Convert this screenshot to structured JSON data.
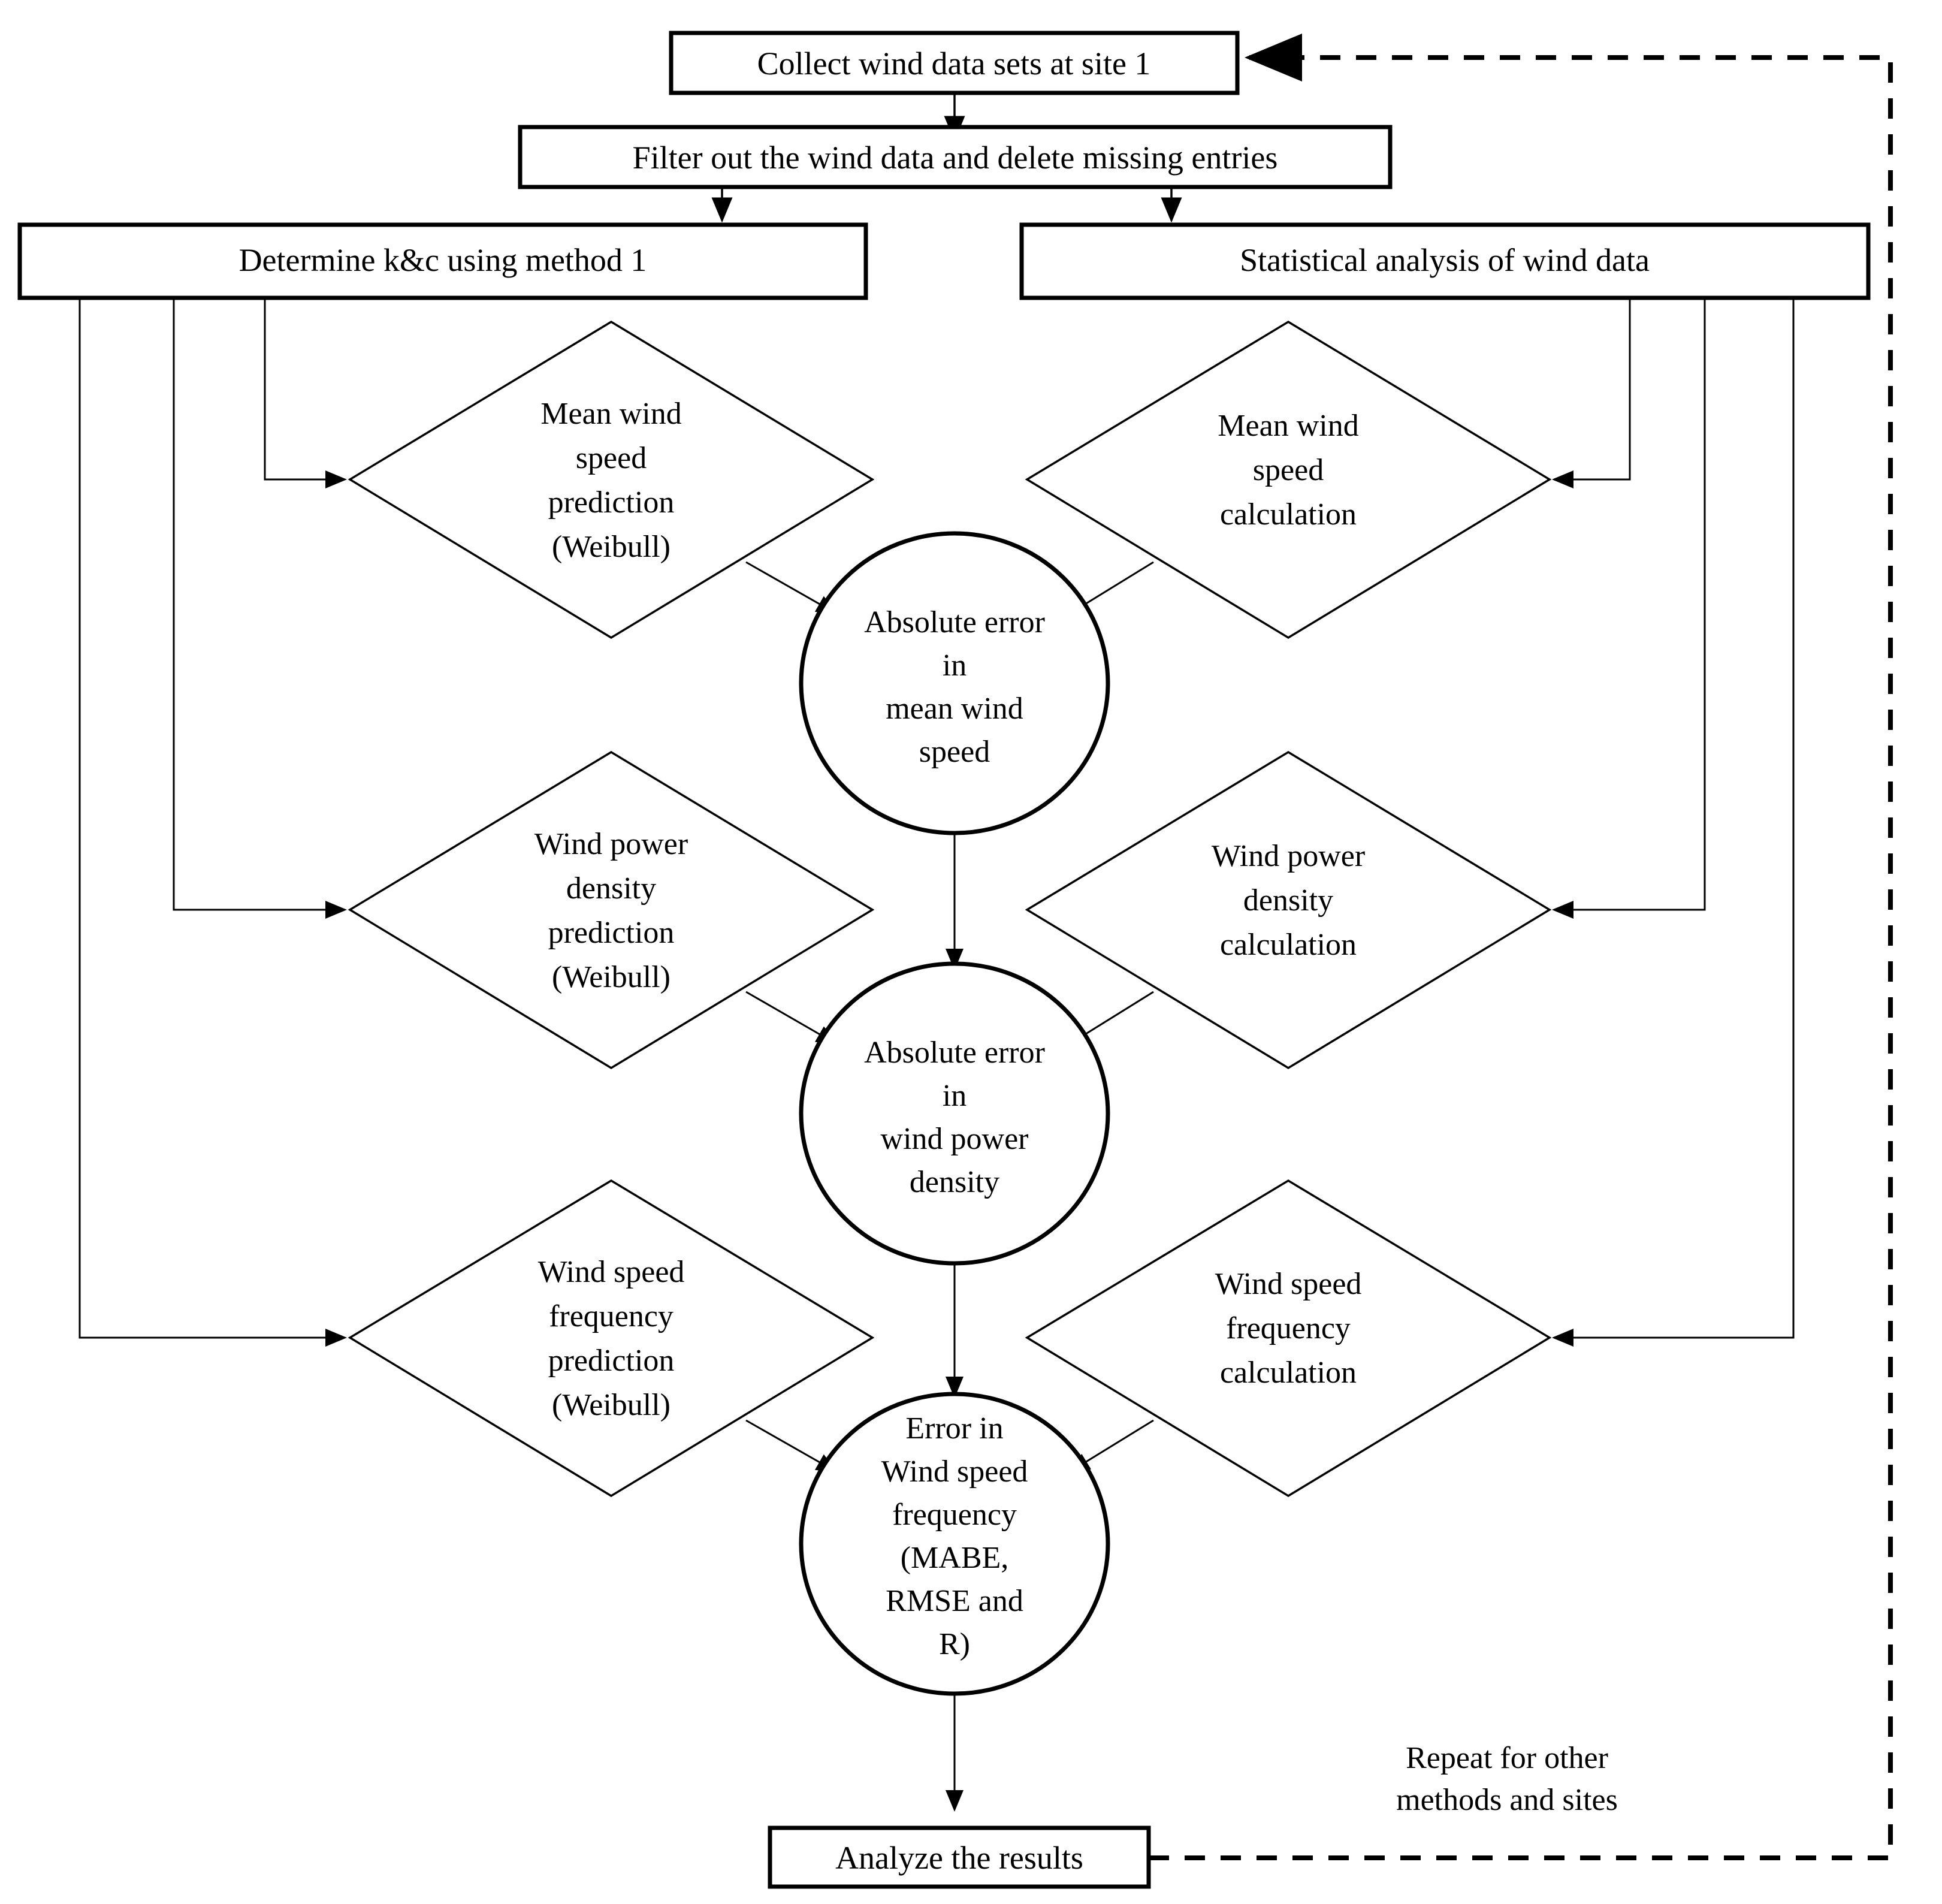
{
  "diagram": {
    "title_present": false,
    "type": "flowchart",
    "background_color": "#ffffff",
    "line_color": "#000000",
    "nodes": {
      "collect": {
        "shape": "rectangle",
        "label": "Collect wind data sets at site 1"
      },
      "filter": {
        "shape": "rectangle",
        "label": "Filter out the wind data and delete missing entries"
      },
      "determine_kc": {
        "shape": "rectangle",
        "label": "Determine k&c using method 1"
      },
      "statistical": {
        "shape": "rectangle",
        "label": "Statistical analysis of wind data"
      },
      "mws_pred": {
        "shape": "diamond",
        "lines": [
          "Mean wind",
          "speed",
          "prediction",
          "(Weibull)"
        ]
      },
      "mws_calc": {
        "shape": "diamond",
        "lines": [
          "Mean wind",
          "speed",
          "calculation"
        ]
      },
      "wpd_pred": {
        "shape": "diamond",
        "lines": [
          "Wind power",
          "density",
          "prediction",
          "(Weibull)"
        ]
      },
      "wpd_calc": {
        "shape": "diamond",
        "lines": [
          "Wind power",
          "density",
          "calculation"
        ]
      },
      "wsf_pred": {
        "shape": "diamond",
        "lines": [
          "Wind speed",
          "frequency",
          "prediction",
          "(Weibull)"
        ]
      },
      "wsf_calc": {
        "shape": "diamond",
        "lines": [
          "Wind speed",
          "frequency",
          "calculation"
        ]
      },
      "err_mws": {
        "shape": "circle",
        "lines": [
          "Absolute error",
          "in",
          "mean wind",
          "speed"
        ]
      },
      "err_wpd": {
        "shape": "circle",
        "lines": [
          "Absolute error",
          "in",
          "wind power",
          "density"
        ]
      },
      "err_wsf": {
        "shape": "circle",
        "lines": [
          "Error in",
          "Wind speed",
          "frequency",
          "(MABE,",
          "RMSE and",
          "R)"
        ]
      },
      "analyze": {
        "shape": "rectangle",
        "label": "Analyze the results"
      }
    },
    "annotations": {
      "feedback_note": [
        "Repeat for other",
        "methods and sites"
      ]
    }
  }
}
